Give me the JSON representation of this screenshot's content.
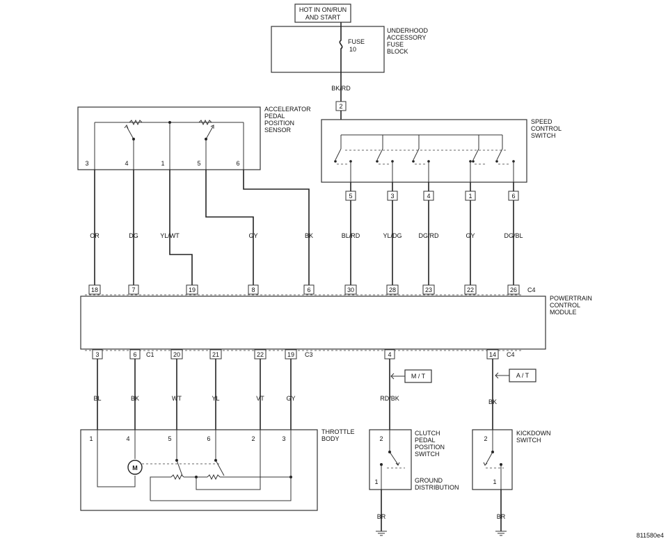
{
  "top_label": {
    "line1": "HOT IN ON/RUN",
    "line2": "AND START"
  },
  "fuse_block": {
    "label": [
      "UNDERHOOD",
      "ACCESSORY",
      "FUSE",
      "BLOCK"
    ],
    "fuse_line1": "FUSE",
    "fuse_line2": "10",
    "wire": "BK/RD",
    "pin": "2"
  },
  "apps": {
    "label": [
      "ACCELERATOR",
      "PEDAL",
      "POSITION",
      "SENSOR"
    ],
    "pins": [
      "3",
      "4",
      "1",
      "5",
      "6"
    ]
  },
  "speed_switch": {
    "label": [
      "SPEED",
      "CONTROL",
      "SWITCH"
    ],
    "pins": [
      "5",
      "3",
      "4",
      "1",
      "6"
    ]
  },
  "pcm": {
    "label": [
      "POWERTRAIN",
      "CONTROL",
      "MODULE"
    ],
    "top_connector": "C4",
    "top_pins": [
      "18",
      "7",
      "19",
      "8",
      "6",
      "30",
      "28",
      "23",
      "22",
      "26"
    ],
    "top_wires": [
      "OR",
      "DG",
      "YL/WT",
      "GY",
      "BK",
      "BL/RD",
      "YL/DG",
      "DG/RD",
      "GY",
      "DG/BL"
    ],
    "bottom_pins": [
      "3",
      "6",
      "20",
      "21",
      "22",
      "19",
      "4",
      "14"
    ],
    "bottom_connectors": [
      "C1",
      "C3",
      "C4"
    ],
    "bottom_wires": [
      "BL",
      "BK",
      "WT",
      "YL",
      "VT",
      "GY",
      "RD/BK",
      "BK"
    ]
  },
  "throttle": {
    "label": [
      "THROTTLE",
      "BODY"
    ],
    "pins": [
      "1",
      "4",
      "5",
      "6",
      "2",
      "3"
    ],
    "motor": "M"
  },
  "transmission_tags": {
    "manual": "M / T",
    "automatic": "A / T"
  },
  "clutch_switch": {
    "label": [
      "CLUTCH",
      "PEDAL",
      "POSITION",
      "SWITCH"
    ],
    "ground_label": [
      "GROUND",
      "DISTRIBUTION"
    ],
    "pin_top": "2",
    "pin_bottom": "1",
    "ground_wire": "BR"
  },
  "kickdown_switch": {
    "label": [
      "KICKDOWN",
      "SWITCH"
    ],
    "pin_top": "2",
    "pin_bottom": "1",
    "ground_wire": "BR"
  },
  "figure_code": "811580e4"
}
